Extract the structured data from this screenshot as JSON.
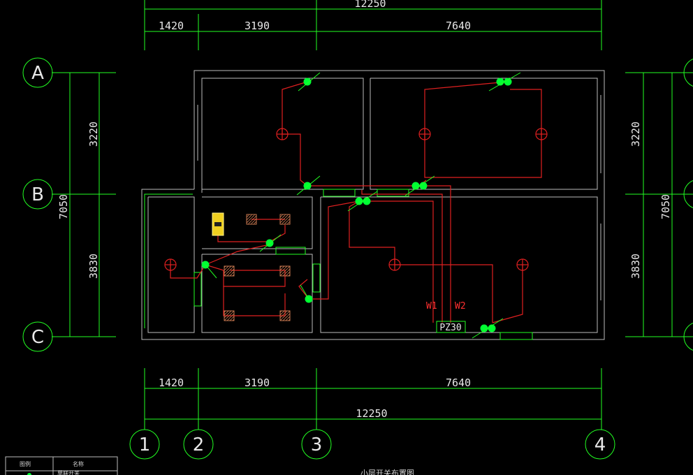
{
  "dimensions": {
    "top_total": "12250",
    "top_segments": [
      "1420",
      "3190",
      "7640"
    ],
    "bottom_segments": [
      "1420",
      "3190",
      "7640"
    ],
    "bottom_total": "12250",
    "left_total": "7050",
    "left_segments": [
      "3220",
      "3830"
    ],
    "right_total": "7050",
    "right_segments": [
      "3220",
      "3830"
    ]
  },
  "axes": {
    "rows": [
      "A",
      "B",
      "C"
    ],
    "columns": [
      "1",
      "2",
      "3",
      "4"
    ]
  },
  "labels": {
    "circuit_1": "W1",
    "circuit_2": "W2",
    "panel": "PZ30"
  },
  "legend": {
    "header_symbol": "图例",
    "header_name": "名称",
    "row_1_name": "单联开关"
  },
  "drawing_title": "小层开关布置图",
  "colors": {
    "background": "#000000",
    "dimension_lines": "#22ff22",
    "walls": "#bdbdbd",
    "wiring": "#e02020",
    "switch_dot": "#00ff33",
    "fixture_box": "#c87850",
    "panel_box": "#22ff22"
  }
}
